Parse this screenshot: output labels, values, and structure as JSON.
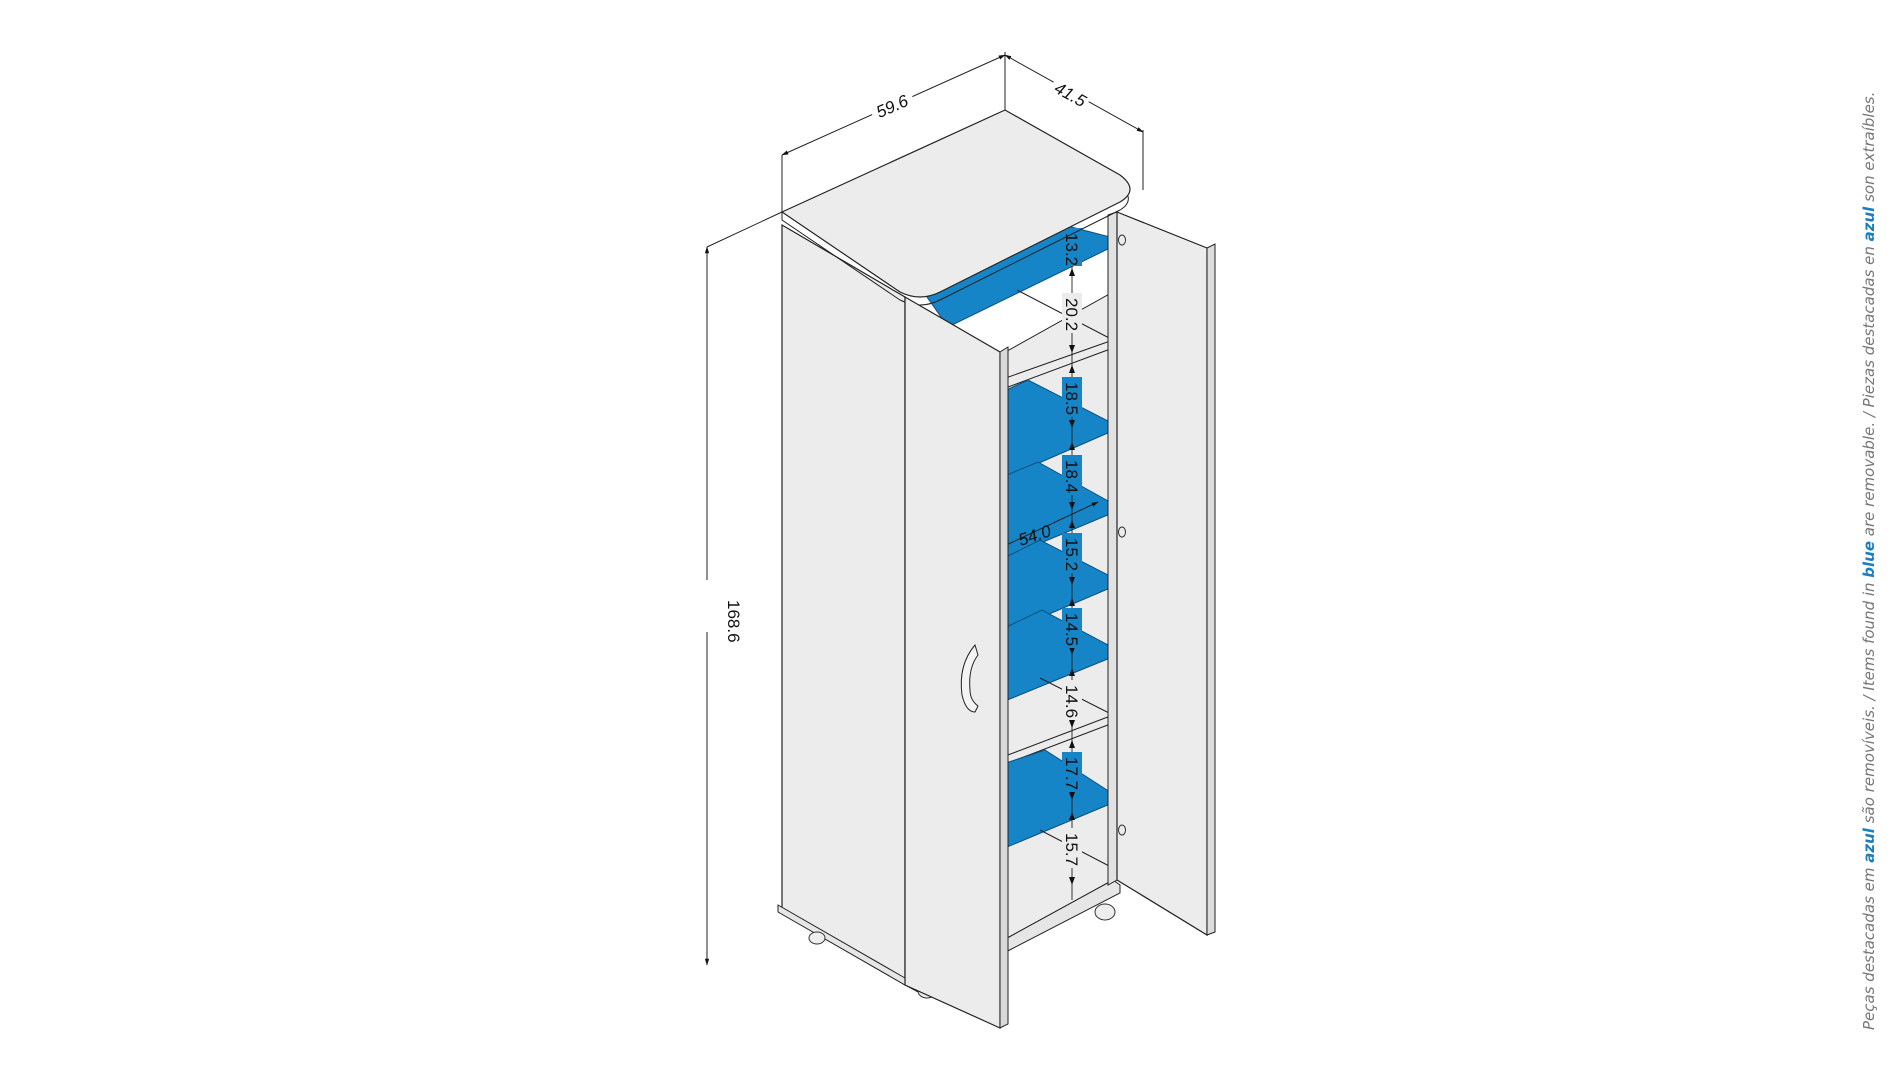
{
  "diagram": {
    "subject": "two-door cabinet with casters, isometric view",
    "colors": {
      "panel": "#ececec",
      "removable": "#1585c8",
      "line": "#222222",
      "caption_text": "#777777",
      "caption_highlight": "#1a7fc0"
    },
    "dimensions": {
      "width": "59.6",
      "depth": "41.5",
      "height": "168.6",
      "inner_width": "54.0"
    },
    "shelf_spacings": [
      "13.2",
      "20.2",
      "18.5",
      "18.4",
      "15.2",
      "14.5",
      "14.6",
      "17.7",
      "15.7"
    ]
  },
  "caption": {
    "pt_prefix": "Peças destacadas em ",
    "pt_highlight": "azul",
    "pt_suffix": " são removíveis. / Items found in ",
    "en_highlight": "blue",
    "en_suffix": " are removable. / Piezas destacadas en ",
    "es_highlight": "azul",
    "es_suffix": " son extraíbles."
  }
}
